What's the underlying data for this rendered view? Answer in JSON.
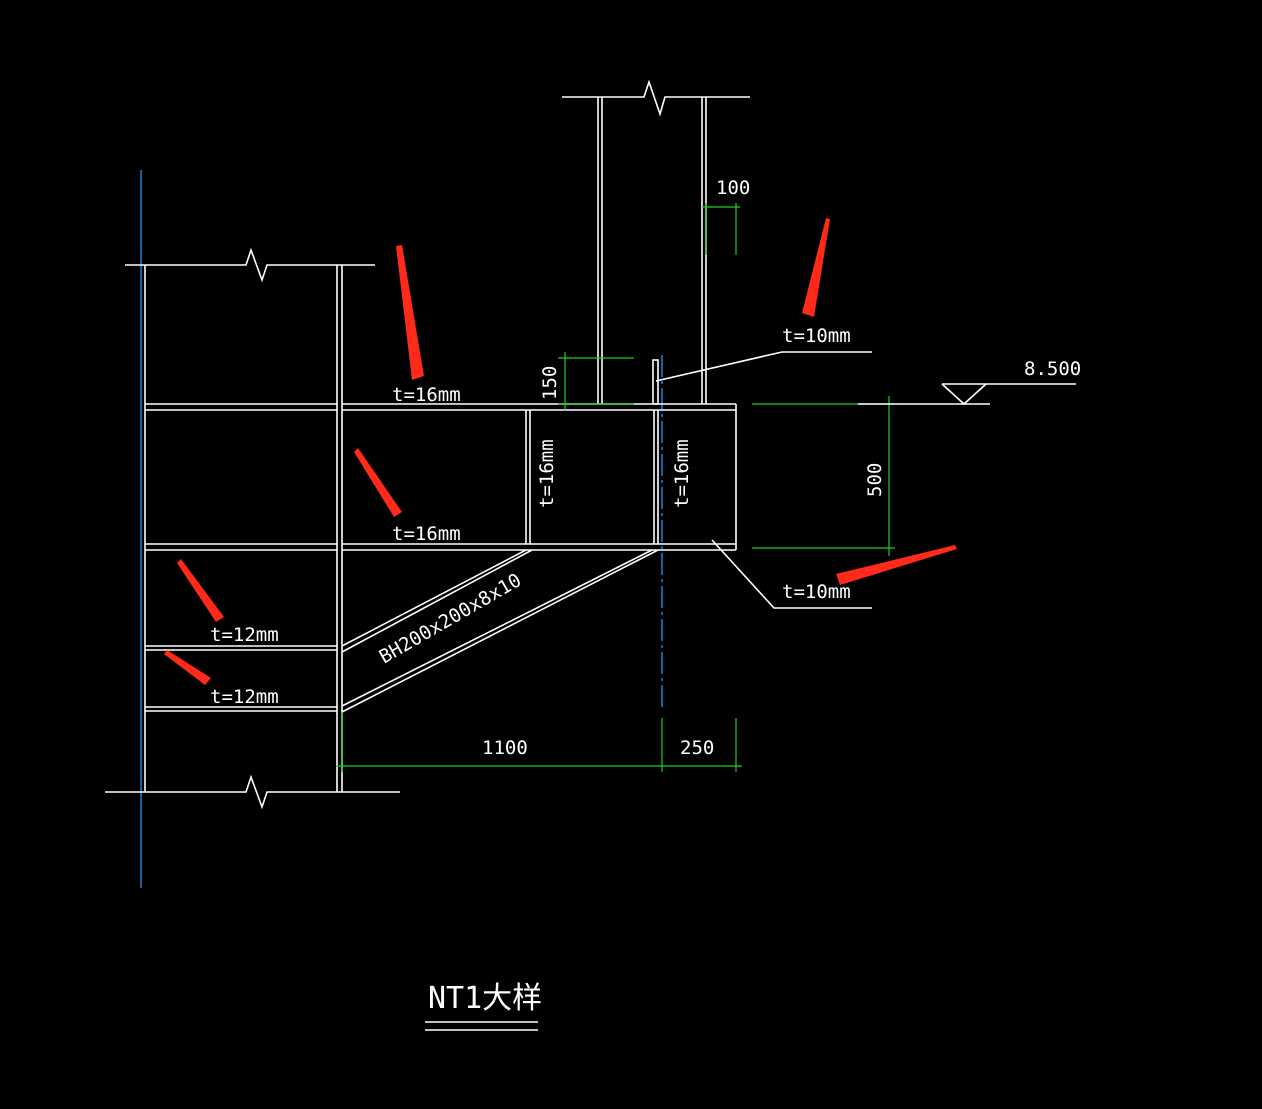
{
  "labels": {
    "top_flange": "t=16mm",
    "bottom_flange": "t=16mm",
    "web_stiffener_left": "t=16mm",
    "web_stiffener_right": "t=16mm",
    "stiffener_a": "t=12mm",
    "stiffener_b": "t=12mm",
    "plate_upper": "t=10mm",
    "plate_lower": "t=10mm",
    "brace": "BH200x200x8x10"
  },
  "dimensions": {
    "d100": "100",
    "d150": "150",
    "d500": "500",
    "d1100": "1100",
    "d250": "250"
  },
  "elevation": "8.500",
  "caption": "NT1大样",
  "colors": {
    "background": "#000000",
    "linework": "#ffffff",
    "dimension": "#1fcf1f",
    "centerline": "#1e8ae6",
    "annotation_arrow": "#ff2a1a"
  }
}
